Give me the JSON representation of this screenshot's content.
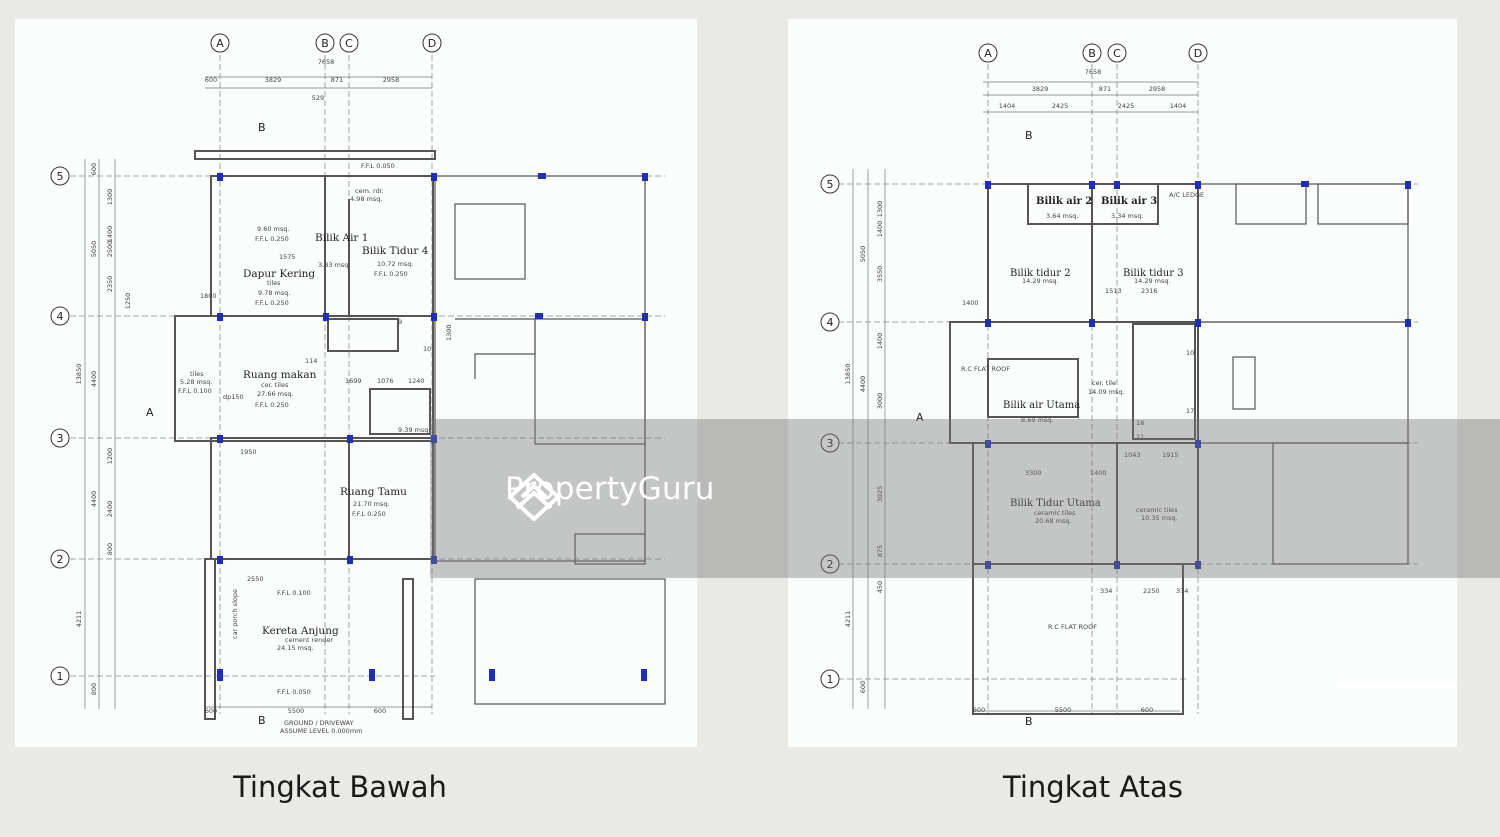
{
  "captions": {
    "left": "Tingkat Bawah",
    "right": "Tingkat Atas"
  },
  "watermark": {
    "text": "PropertyGuru",
    "icon": "propertyguru-logo-icon"
  },
  "colors": {
    "background": "#e9e9e5",
    "panel": "#fbfdfd",
    "line": "#6d6d6d",
    "column_marker": "#1f2fb5"
  },
  "ground_floor": {
    "grid_columns": [
      "A",
      "B",
      "C",
      "D"
    ],
    "grid_rows": [
      "5",
      "4",
      "3",
      "2",
      "1"
    ],
    "section_markers": [
      "B",
      "A",
      "B"
    ],
    "top_dims": [
      "7658",
      "600",
      "3829",
      "871",
      "2958",
      "529"
    ],
    "left_dims": [
      "13850",
      "5050",
      "4400",
      "4400",
      "4211",
      "600",
      "1300",
      "1400",
      "2500",
      "2350",
      "1250",
      "1200",
      "2400",
      "800",
      "800"
    ],
    "bottom_dims": [
      "600",
      "5500",
      "600"
    ],
    "rooms": [
      {
        "name": "Dapur Kering",
        "lines": [
          "tiles",
          "9.78 msq."
        ],
        "ffl": "F.F.L  0.250"
      },
      {
        "name": "Bilik Air 1",
        "lines": [
          "3.83 msq."
        ],
        "ffl": ""
      },
      {
        "name": "Bilik Tidur 4",
        "lines": [
          "10.72 msq."
        ],
        "ffl": "F.F.L  0.250"
      },
      {
        "name": "Ruang makan",
        "lines": [
          "cer. tiles",
          "27.66 msq."
        ],
        "ffl": "F.F.L  0.250"
      },
      {
        "name": "Ruang Tamu",
        "lines": [
          "21.70 msq."
        ],
        "ffl": "F.F.L  0.250"
      },
      {
        "name": "Kereta Anjung",
        "lines": [
          "cement render",
          "24.15 msq."
        ],
        "ffl": "F.F.L  0.100"
      }
    ],
    "misc_labels": [
      "9.60 msq.",
      "F.F.L  0.250",
      "cem. rdr.",
      "4.98 msq.",
      "F.F.L  0.050",
      "1575",
      "tiles",
      "5.28 msq.",
      "F.F.L  0.100",
      "dp150",
      "114",
      "1699",
      "1076",
      "1240",
      "1950",
      "2550",
      "9.39 msq.",
      "F.F.L  0.050",
      "car porch slope",
      "GROUND / DRIVEWAY",
      "ASSUME LEVEL 0.000mm",
      "1800",
      "1300",
      "9",
      "10"
    ]
  },
  "first_floor": {
    "grid_columns": [
      "A",
      "B",
      "C",
      "D"
    ],
    "grid_rows": [
      "5",
      "4",
      "3",
      "2",
      "1"
    ],
    "section_markers": [
      "B",
      "A",
      "B"
    ],
    "top_dims": [
      "7658",
      "3829",
      "871",
      "2958",
      "1404",
      "2425",
      "2425",
      "1404"
    ],
    "left_dims": [
      "13850",
      "5050",
      "4400",
      "4211",
      "600",
      "1300",
      "1400",
      "3550",
      "1400",
      "3000",
      "3025",
      "875",
      "450"
    ],
    "bottom_dims": [
      "600",
      "5500",
      "600"
    ],
    "rooms": [
      {
        "name": "Bilik air 2",
        "lines": [
          "3.64 msq."
        ],
        "ffl": ""
      },
      {
        "name": "Bilik air 3",
        "lines": [
          "3.34 msq."
        ],
        "ffl": ""
      },
      {
        "name": "Bilik tidur 2",
        "lines": [
          "14.29 msq."
        ],
        "ffl": ""
      },
      {
        "name": "Bilik tidur 3",
        "lines": [
          "14.29 msq."
        ],
        "ffl": ""
      },
      {
        "name": "Bilik air Utama",
        "lines": [
          "8.69 msq."
        ],
        "ffl": ""
      },
      {
        "name": "Bilik Tidur Utama",
        "lines": [
          "ceramic tiles",
          "20.68 msq."
        ],
        "ffl": ""
      }
    ],
    "misc_labels": [
      "A/C LEDGE",
      "1400",
      "R.C FLAT ROOF",
      "cer. tile",
      "14.09 msq.",
      "1513",
      "2316",
      "3300",
      "1400",
      "1043",
      "1915",
      "ceramic tiles",
      "10.35 msq.",
      "334",
      "2250",
      "374",
      "R.C FLAT ROOF",
      "10",
      "17",
      "21",
      "18"
    ]
  }
}
